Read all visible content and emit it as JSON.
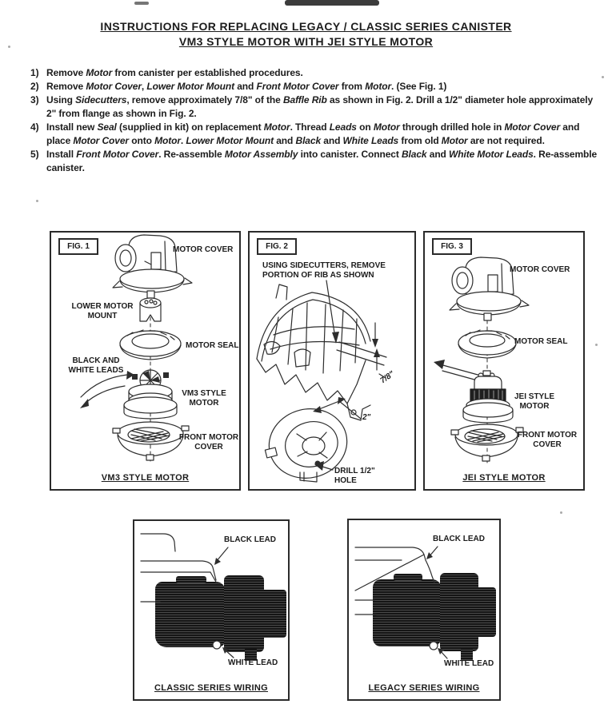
{
  "page": {
    "title_line1": "INSTRUCTIONS FOR REPLACING LEGACY / CLASSIC SERIES CANISTER",
    "title_line2": "VM3 STYLE MOTOR WITH JEI STYLE MOTOR"
  },
  "steps": [
    {
      "num": "1)",
      "segments": [
        {
          "t": "Remove "
        },
        {
          "t": "Motor",
          "em": true
        },
        {
          "t": " from canister per established procedures."
        }
      ]
    },
    {
      "num": "2)",
      "segments": [
        {
          "t": "Remove "
        },
        {
          "t": "Motor Cover",
          "em": true
        },
        {
          "t": ", "
        },
        {
          "t": "Lower Motor Mount",
          "em": true
        },
        {
          "t": " and "
        },
        {
          "t": "Front Motor Cover",
          "em": true
        },
        {
          "t": " from "
        },
        {
          "t": "Motor",
          "em": true
        },
        {
          "t": ". (See Fig. 1)"
        }
      ]
    },
    {
      "num": "3)",
      "segments": [
        {
          "t": "Using "
        },
        {
          "t": "Sidecutters",
          "em": true
        },
        {
          "t": ", remove approximately 7/8\" of the "
        },
        {
          "t": "Baffle Rib",
          "em": true
        },
        {
          "t": " as shown in Fig. 2. Drill a 1/2\" diameter hole approximately 2\" from flange as shown in Fig. 2."
        }
      ]
    },
    {
      "num": "4)",
      "segments": [
        {
          "t": "Install new "
        },
        {
          "t": "Seal",
          "em": true
        },
        {
          "t": " (supplied in kit) on replacement "
        },
        {
          "t": "Motor",
          "em": true
        },
        {
          "t": ". Thread "
        },
        {
          "t": "Leads",
          "em": true
        },
        {
          "t": " on "
        },
        {
          "t": "Motor",
          "em": true
        },
        {
          "t": " through drilled hole in "
        },
        {
          "t": "Motor Cover",
          "em": true
        },
        {
          "t": " and place "
        },
        {
          "t": "Motor Cover",
          "em": true
        },
        {
          "t": " onto "
        },
        {
          "t": "Motor",
          "em": true
        },
        {
          "t": ". "
        },
        {
          "t": "Lower Motor Mount",
          "em": true
        },
        {
          "t": " and "
        },
        {
          "t": "Black",
          "em": true
        },
        {
          "t": " and "
        },
        {
          "t": "White Leads",
          "em": true
        },
        {
          "t": " from old "
        },
        {
          "t": "Motor",
          "em": true
        },
        {
          "t": " are not required."
        }
      ]
    },
    {
      "num": "5)",
      "segments": [
        {
          "t": "Install "
        },
        {
          "t": "Front Motor Cover",
          "em": true
        },
        {
          "t": ". Re-assemble "
        },
        {
          "t": "Motor Assembly",
          "em": true
        },
        {
          "t": " into canister. Connect "
        },
        {
          "t": "Black",
          "em": true
        },
        {
          "t": " and "
        },
        {
          "t": "White Motor Leads",
          "em": true
        },
        {
          "t": ". Re-assemble canister."
        }
      ]
    }
  ],
  "fig1": {
    "label": "FIG. 1",
    "callouts": {
      "motor_cover": "MOTOR COVER",
      "lower_motor_mount": "LOWER MOTOR\nMOUNT",
      "motor_seal": "MOTOR SEAL",
      "leads": "BLACK AND\nWHITE LEADS",
      "motor": "VM3 STYLE\nMOTOR",
      "front_cover": "FRONT MOTOR\nCOVER"
    },
    "caption": "VM3 STYLE MOTOR"
  },
  "fig2": {
    "label": "FIG. 2",
    "note": "USING SIDECUTTERS, REMOVE\nPORTION OF RIB AS SHOWN",
    "dim_rib": "7/8\"",
    "dim_flange": "2\"",
    "callout_drill": "DRILL 1/2\"\nHOLE"
  },
  "fig3": {
    "label": "FIG. 3",
    "callouts": {
      "motor_cover": "MOTOR COVER",
      "motor_seal": "MOTOR SEAL",
      "motor": "JEI STYLE\nMOTOR",
      "front_cover": "FRONT MOTOR\nCOVER"
    },
    "caption": "JEI STYLE MOTOR"
  },
  "wiring_classic": {
    "black_lead": "BLACK LEAD",
    "white_lead": "WHITE LEAD",
    "caption": "CLASSIC SERIES WIRING"
  },
  "wiring_legacy": {
    "black_lead": "BLACK LEAD",
    "white_lead": "WHITE LEAD",
    "caption": "LEGACY SERIES WIRING"
  },
  "colors": {
    "ink": "#1c1c1c",
    "paper": "#ffffff"
  }
}
